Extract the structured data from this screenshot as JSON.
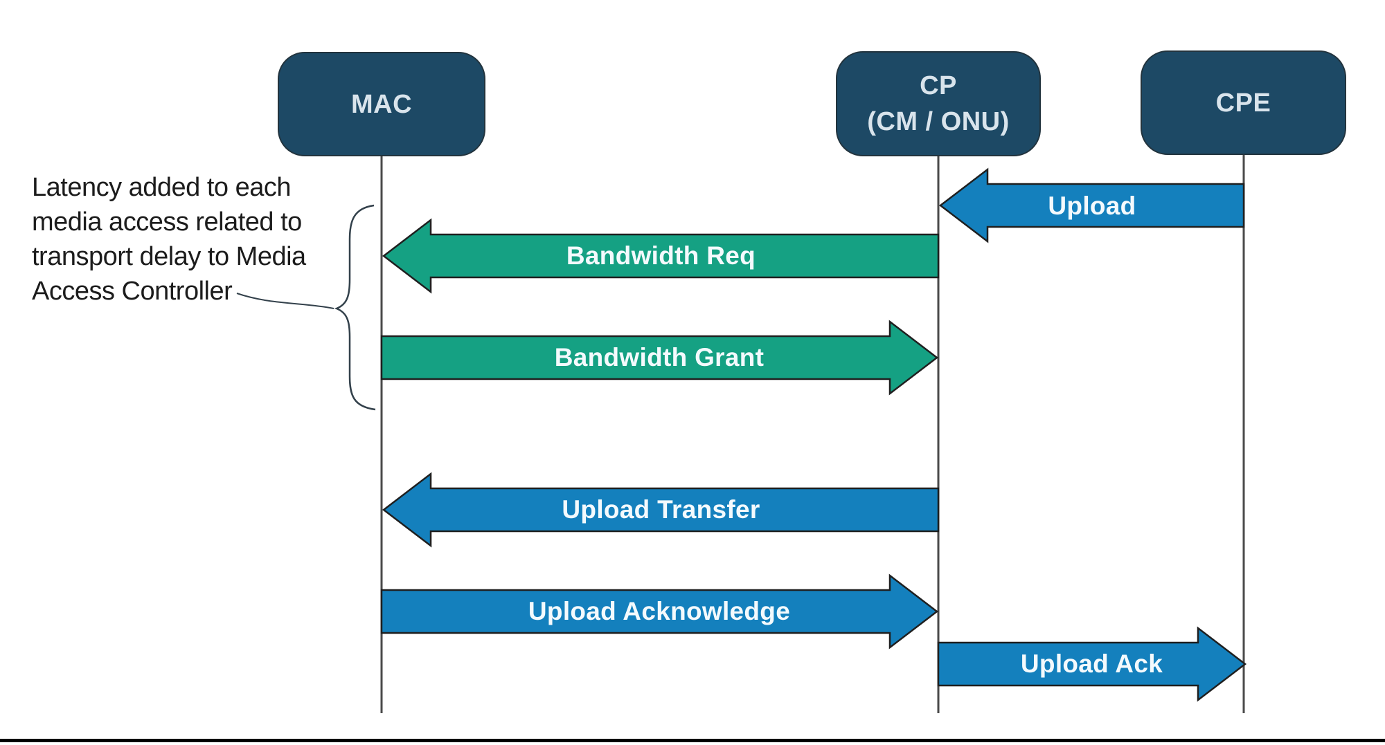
{
  "diagram": {
    "title_hint": "Media access latency sequence diagram",
    "colors": {
      "background": "#ffffff",
      "node_fill": "#1d4965",
      "node_text": "#d9e4ec",
      "blue_arrow": "#1480bd",
      "green_arrow": "#15a183",
      "arrow_outline": "#1f1f1f",
      "arrow_text": "#f4fafd",
      "lifeline": "#4a4a4a",
      "annotation_text": "#1c1c1c",
      "brace": "#33414b",
      "bottom_rule": "#000000"
    },
    "nodes": [
      {
        "id": "mac",
        "label_lines": [
          "MAC"
        ]
      },
      {
        "id": "cp",
        "label_lines": [
          "CP",
          "(CM / ONU)"
        ]
      },
      {
        "id": "cpe",
        "label_lines": [
          "CPE"
        ]
      }
    ],
    "messages": [
      {
        "label": "Upload",
        "from": "CPE",
        "to": "CP (CM / ONU)",
        "direction": "left",
        "color": "blue"
      },
      {
        "label": "Bandwidth Req",
        "from": "CP (CM / ONU)",
        "to": "MAC",
        "direction": "left",
        "color": "green"
      },
      {
        "label": "Bandwidth Grant",
        "from": "MAC",
        "to": "CP (CM / ONU)",
        "direction": "right",
        "color": "green"
      },
      {
        "label": "Upload Transfer",
        "from": "CP (CM / ONU)",
        "to": "MAC",
        "direction": "left",
        "color": "blue"
      },
      {
        "label": "Upload Acknowledge",
        "from": "MAC",
        "to": "CP (CM / ONU)",
        "direction": "right",
        "color": "blue"
      },
      {
        "label": "Upload Ack",
        "from": "CP (CM / ONU)",
        "to": "CPE",
        "direction": "right",
        "color": "blue"
      }
    ],
    "annotation": {
      "line1": "Latency added to each",
      "line2": "media access related to",
      "line3": "transport delay to Media",
      "line4": "Access Controller"
    }
  }
}
